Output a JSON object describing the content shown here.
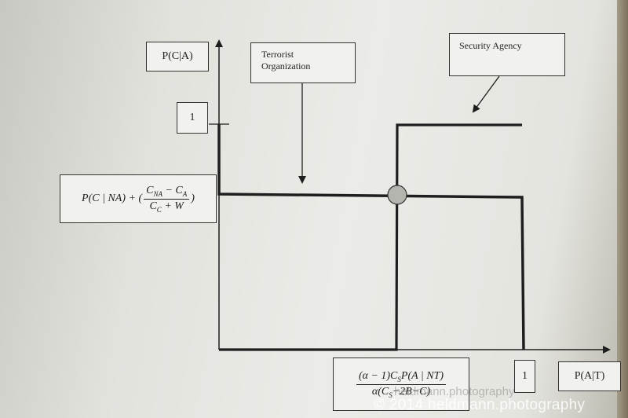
{
  "y_axis_label": "P(C|A)",
  "x_axis_label": "P(A|T)",
  "y_tick": "1",
  "x_tick": "1",
  "terrorist_label_line1": "Terrorist",
  "terrorist_label_line2": "Organization",
  "security_label": "Security Agency",
  "y_formula": {
    "lead": "P(C | NA) + (",
    "num": "C",
    "num_sub1": "NA",
    "num_mid": " − C",
    "num_sub2": "A",
    "den": "C",
    "den_sub": "C",
    "den_tail": " + W",
    "tail": ")"
  },
  "x_formula": {
    "num": "(α − 1)C",
    "num_sub": "S",
    "num_tail": "P(A | NT)",
    "den": "α(C",
    "den_sub": "S",
    "den_tail": "−2B−C)"
  },
  "watermark": "© 2014 heldmann.photography",
  "watermark_faint": "heldmann.photography",
  "colors": {
    "ink": "#1e1e1e",
    "marker_fill": "#b5b5b0"
  }
}
